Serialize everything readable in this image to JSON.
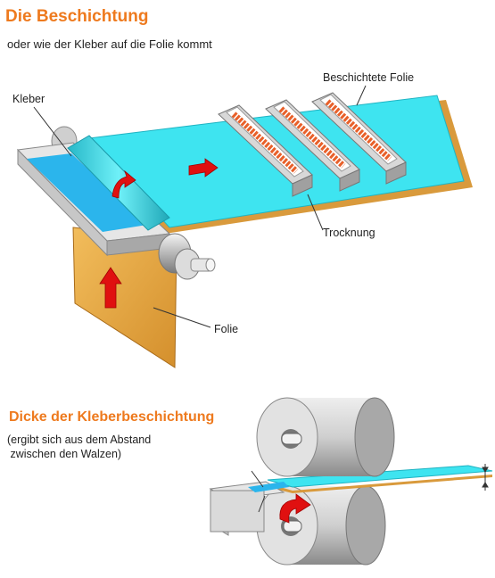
{
  "heading_top": "Die Beschichtung",
  "subtitle_top": "oder wie der Kleber auf die Folie kommt",
  "labels": {
    "kleber": "Kleber",
    "beschichtete_folie": "Beschichtete Folie",
    "trocknung": "Trocknung",
    "folie": "Folie"
  },
  "heading_bottom": "Dicke der Kleberbeschichtung",
  "note_line1": "(ergibt sich aus dem Abstand",
  "note_line2": " zwischen den Walzen)",
  "colors": {
    "accent": "#ee7a1e",
    "film": "#33e0ee",
    "foil": "#e8a640",
    "arrow": "#e01010",
    "dryer_coil": "#e8602a"
  },
  "icons": [
    "red-arrow-icon"
  ]
}
